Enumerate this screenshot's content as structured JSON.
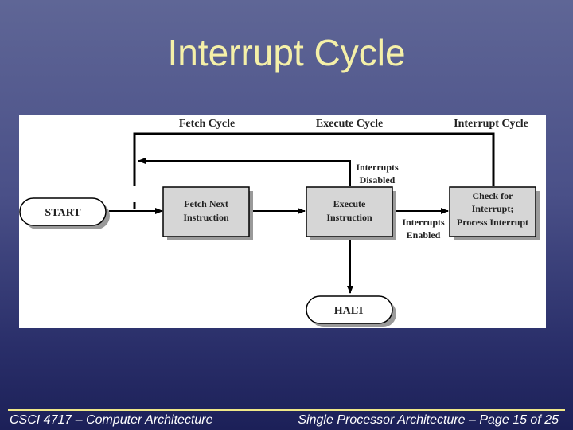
{
  "slide": {
    "title": "Interrupt Cycle",
    "footer_left": "CSCI 4717 – Computer Architecture",
    "footer_right": "Single Processor Architecture – Page 15 of 25"
  },
  "diagram": {
    "headers": {
      "fetch": "Fetch Cycle",
      "execute": "Execute Cycle",
      "interrupt": "Interrupt Cycle"
    },
    "nodes": {
      "start": "START",
      "fetch": [
        "Fetch Next",
        "Instruction"
      ],
      "execute": [
        "Execute",
        "Instruction"
      ],
      "check": [
        "Check for",
        "Interrupt;",
        "Process Interrupt"
      ],
      "halt": "HALT"
    },
    "labels": {
      "disabled": [
        "Interrupts",
        "Disabled"
      ],
      "enabled": [
        "Interrupts",
        "Enabled"
      ]
    }
  }
}
